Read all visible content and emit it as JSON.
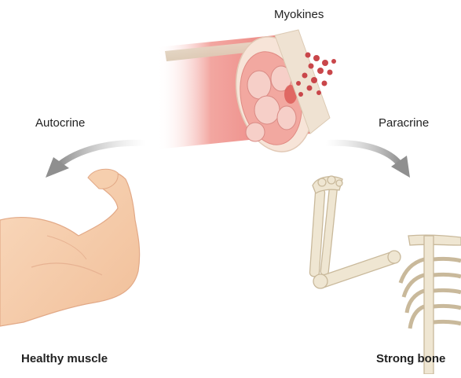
{
  "labels": {
    "top": "Myokines",
    "left_arrow": "Autocrine",
    "right_arrow": "Paracrine",
    "left_result": "Healthy muscle",
    "right_result": "Strong bone"
  },
  "colors": {
    "muscle_red": "#e46a6a",
    "muscle_light": "#f4b9b3",
    "myokine_dot": "#c9464a",
    "arrow_gray": "#9a9a9a",
    "skin": "#f6cfae",
    "bone": "#efe6d2",
    "bone_outline": "#c9b99b"
  }
}
